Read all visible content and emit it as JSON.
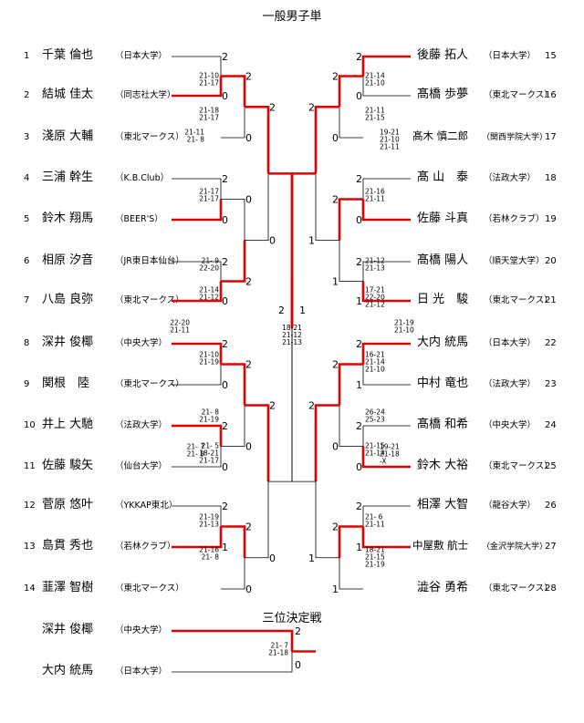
{
  "title": "一般男子単",
  "third_place_title": "三位決定戦",
  "players": [
    {
      "seed": "1",
      "name": "千葉 倫也",
      "team": "（日本大学）"
    },
    {
      "seed": "2",
      "name": "結城 佳太",
      "team": "（同志社大学）"
    },
    {
      "seed": "3",
      "name": "淺原 大輔",
      "team": "（東北マークス）"
    },
    {
      "seed": "4",
      "name": "三浦 幹生",
      "team": "（K.B.Club）"
    },
    {
      "seed": "5",
      "name": "鈴木 翔馬",
      "team": "（BEER'S）"
    },
    {
      "seed": "6",
      "name": "相原 汐音",
      "team": "（JR東日本仙台）"
    },
    {
      "seed": "7",
      "name": "八島 良弥",
      "team": "（東北マークス）"
    },
    {
      "seed": "8",
      "name": "深井 俊椰",
      "team": "（中央大学）"
    },
    {
      "seed": "9",
      "name": "関根　陸",
      "team": "（東北マークス）"
    },
    {
      "seed": "10",
      "name": "井上 大馳",
      "team": "（法政大学）"
    },
    {
      "seed": "11",
      "name": "佐藤 駿矢",
      "team": "（仙台大学）"
    },
    {
      "seed": "12",
      "name": "菅原 悠叶",
      "team": "（YKKAP東北）"
    },
    {
      "seed": "13",
      "name": "島貫 秀也",
      "team": "（若林クラブ）"
    },
    {
      "seed": "14",
      "name": "韮澤 智樹",
      "team": "（東北マークス）"
    },
    {
      "seed": "15",
      "name": "後藤 拓人",
      "team": "（日本大学）"
    },
    {
      "seed": "16",
      "name": "髙橋 歩夢",
      "team": "（東北マークス）"
    },
    {
      "seed": "17",
      "name": "髙木 慎二郎",
      "team": "（関西学院大学）"
    },
    {
      "seed": "18",
      "name": "髙 山　泰",
      "team": "（法政大学）"
    },
    {
      "seed": "19",
      "name": "佐藤 斗真",
      "team": "（若林クラブ）"
    },
    {
      "seed": "20",
      "name": "髙橋 陽人",
      "team": "（順天堂大学）"
    },
    {
      "seed": "21",
      "name": "日 光　駿",
      "team": "（東北マークス）"
    },
    {
      "seed": "22",
      "name": "大内 統馬",
      "team": "（日本大学）"
    },
    {
      "seed": "23",
      "name": "中村 竜也",
      "team": "（法政大学）"
    },
    {
      "seed": "24",
      "name": "髙橋 和希",
      "team": "（中央大学）"
    },
    {
      "seed": "25",
      "name": "鈴木 大裕",
      "team": "（東北マークス）"
    },
    {
      "seed": "26",
      "name": "相澤 大智",
      "team": "（龍谷大学）"
    },
    {
      "seed": "27",
      "name": "中屋敷 航士",
      "team": "（金沢学院大学）"
    },
    {
      "seed": "28",
      "name": "澁谷 勇希",
      "team": "（東北マークス）"
    }
  ],
  "third_place": {
    "players": [
      {
        "name": "深井 俊椰",
        "team": "（中央大学）"
      },
      {
        "name": "大内 統馬",
        "team": "（日本大学）"
      }
    ],
    "scores": [
      "2",
      "0"
    ],
    "games": [
      "21- 7",
      "21-18"
    ]
  },
  "labels": {
    "left_l1": [
      "2",
      "0",
      "2",
      "0",
      "2",
      "0",
      "2",
      "0",
      "2",
      "0",
      "2",
      "1",
      "2",
      "0",
      "0",
      "2"
    ],
    "left_l2": [
      "2",
      "0",
      "0",
      "2",
      "2",
      "0",
      "2",
      "0"
    ],
    "left_l3": [
      "2",
      "0",
      "2",
      "0"
    ],
    "left_l4": [
      "2",
      "0"
    ],
    "right_l1": [
      "2",
      "0",
      "2",
      "0",
      "2",
      "1",
      "2",
      "1",
      "2",
      "0",
      "2",
      "1",
      "2",
      "0",
      "1",
      "2"
    ],
    "right_l2": [
      "2",
      "0",
      "2",
      "1",
      "2",
      "0",
      "2",
      "1"
    ],
    "right_l3": [
      "2",
      "1",
      "2",
      "1"
    ],
    "right_l4": [
      "2",
      "0"
    ],
    "final": [
      "2",
      "1"
    ]
  },
  "game_scores": {
    "left": [
      [
        "21-10",
        "21-17"
      ],
      [
        "21-18",
        "21-17"
      ],
      [
        "21-11",
        "21- 8"
      ],
      [
        "21-17",
        "21-17"
      ],
      [
        "21- 9",
        "22-20"
      ],
      [
        "21-14",
        "21-12"
      ],
      [
        "22-20",
        "21-11"
      ],
      [
        "21-10",
        "21-19"
      ],
      [
        "21- 8",
        "21-19"
      ],
      [
        "21- 5",
        "18-21",
        "21-17"
      ],
      [
        "21- 7",
        "21- 8"
      ],
      [
        "21-19",
        "21-13"
      ],
      [
        "21-16",
        "21- 8"
      ]
    ],
    "right": [
      [
        "21-14",
        "21-10"
      ],
      [
        "21-11",
        "21-15"
      ],
      [
        "19-21",
        "21-10",
        "21-11"
      ],
      [
        "21-16",
        "21-11"
      ],
      [
        "21-12",
        "21-13"
      ],
      [
        "17-21",
        "22-20",
        "21-12"
      ],
      [
        "21-19",
        "21-10"
      ],
      [
        "16-21",
        "21-14",
        "21-10"
      ],
      [
        "26-24",
        "25-23"
      ],
      [
        "21-15",
        "21-14"
      ],
      [
        "19-21",
        "21-18",
        "-X"
      ],
      [
        "21- 6",
        "21-11"
      ],
      [
        "18-21",
        "21-15",
        "21-19"
      ]
    ],
    "final": [
      "18-21",
      "21-12",
      "21-13"
    ]
  }
}
